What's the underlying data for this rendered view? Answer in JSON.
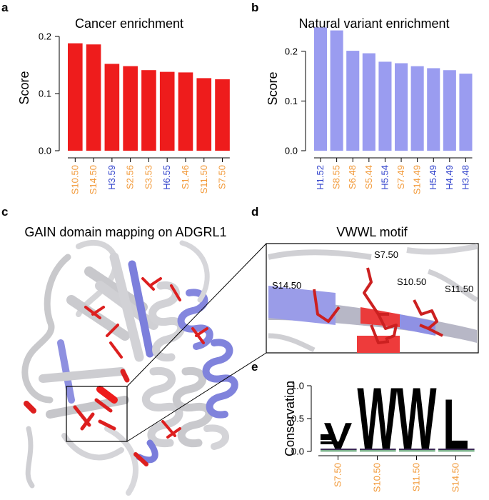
{
  "panels": {
    "a": {
      "letter": "a"
    },
    "b": {
      "letter": "b"
    },
    "c": {
      "letter": "c",
      "title": "GAIN domain mapping on ADGRL1"
    },
    "d": {
      "letter": "d",
      "title": "VWWL motif",
      "labels": [
        "S7.50",
        "S10.50",
        "S11.50",
        "S14.50"
      ]
    },
    "e": {
      "letter": "e"
    }
  },
  "colors": {
    "orange": "#f29a3a",
    "blue": "#3344cc",
    "red": "#ee1c1c",
    "lavender": "#9a9cf0"
  },
  "chart_data": [
    {
      "id": "a",
      "type": "bar",
      "title": "Cancer enrichment",
      "ylabel": "Score",
      "xlabel": "",
      "ylim": [
        0,
        0.22
      ],
      "yticks": [
        0.0,
        0.1,
        0.2
      ],
      "tick_labels": [
        "0.0",
        "0.1",
        "0.2"
      ],
      "bar_color": "#ee1c1c",
      "categories": [
        "S10.50",
        "S14.50",
        "H3.59",
        "S2.56",
        "S3.53",
        "H6.55",
        "S1.46",
        "S11.50",
        "S7.50"
      ],
      "category_colors": [
        "orange",
        "orange",
        "blue",
        "orange",
        "orange",
        "blue",
        "orange",
        "orange",
        "orange"
      ],
      "values": [
        0.188,
        0.186,
        0.152,
        0.148,
        0.141,
        0.138,
        0.137,
        0.127,
        0.125
      ]
    },
    {
      "id": "b",
      "type": "bar",
      "title": "Natural variant enrichment",
      "ylabel": "Score",
      "xlabel": "",
      "ylim": [
        0,
        0.25
      ],
      "yticks": [
        0.0,
        0.1,
        0.2
      ],
      "tick_labels": [
        "0.0",
        "0.1",
        "0.2"
      ],
      "bar_color": "#9a9cf0",
      "categories": [
        "H1.52",
        "S8.55",
        "S6.48",
        "S5.44",
        "H5.54",
        "S7.49",
        "S14.49",
        "H5.49",
        "H4.49",
        "H3.48"
      ],
      "category_colors": [
        "blue",
        "orange",
        "orange",
        "orange",
        "blue",
        "orange",
        "orange",
        "blue",
        "blue",
        "blue"
      ],
      "values": [
        0.248,
        0.242,
        0.201,
        0.196,
        0.179,
        0.176,
        0.17,
        0.166,
        0.162,
        0.155
      ]
    },
    {
      "id": "e",
      "type": "bar",
      "title": "",
      "ylabel": "Conservation",
      "xlabel": "",
      "ylim": [
        0,
        1.0
      ],
      "yticks": [
        0.0,
        0.5,
        1.0
      ],
      "tick_labels": [
        "0.0",
        "0.5",
        "1.0"
      ],
      "categories": [
        "S7.50",
        "S10.50",
        "S11.50",
        "S14.50"
      ],
      "category_colors": [
        "orange",
        "orange",
        "orange",
        "orange"
      ],
      "letters": [
        "V",
        "W",
        "W",
        "L"
      ],
      "values": [
        0.45,
        1.0,
        1.0,
        0.82
      ]
    }
  ]
}
